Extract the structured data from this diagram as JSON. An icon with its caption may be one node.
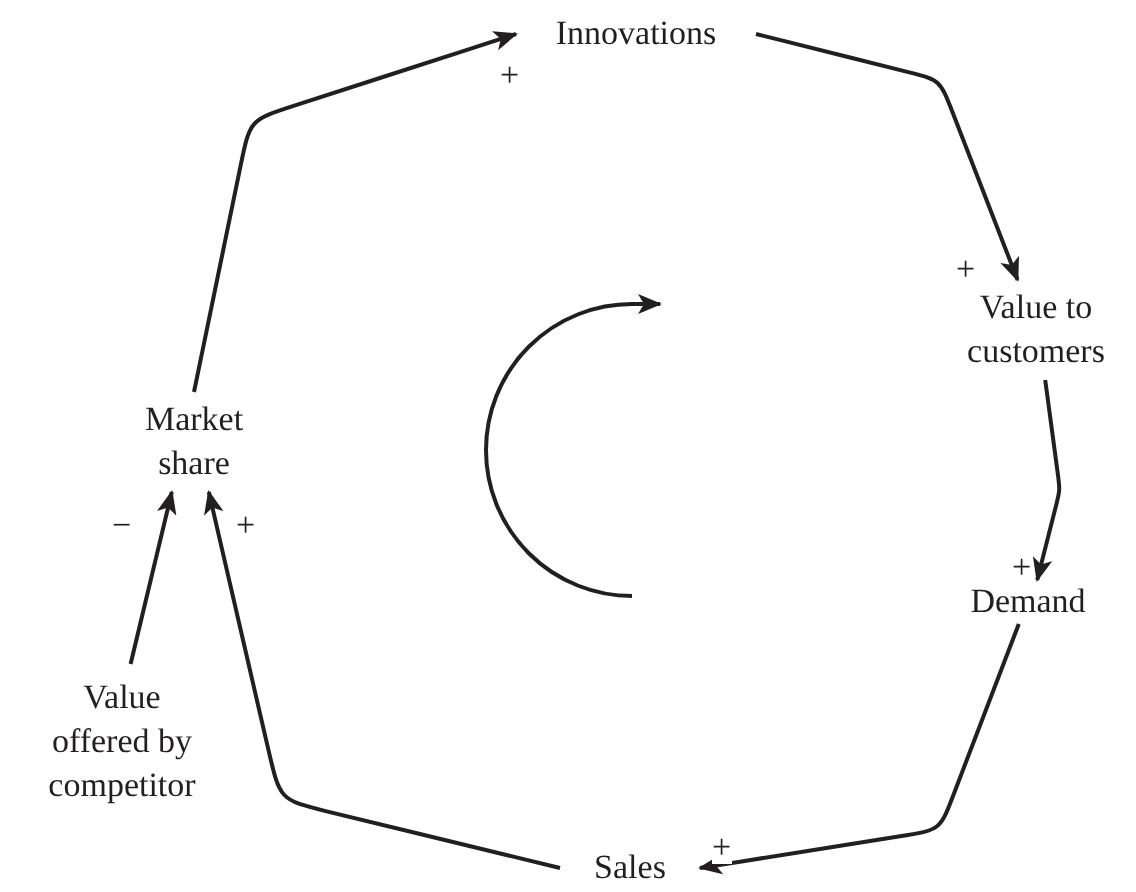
{
  "diagram": {
    "nodes": [
      {
        "text": [
          "Innovations"
        ]
      },
      {
        "text": [
          "Value to customers"
        ]
      },
      {
        "text": [
          "Demand"
        ]
      },
      {
        "text": [
          "Sales"
        ]
      },
      {
        "text": [
          "Market share"
        ]
      },
      {
        "text": [
          "Value offered by competitor"
        ]
      }
    ],
    "edges": [
      {
        "from": 4,
        "to": 0,
        "arrow": "to",
        "label": "+"
      },
      {
        "from": 0,
        "to": 1,
        "arrow": "to",
        "label": "+"
      },
      {
        "from": 1,
        "to": 2,
        "arrow": "to",
        "label": "+"
      },
      {
        "from": 2,
        "to": 3,
        "arrow": "to",
        "label": "+"
      },
      {
        "from": 3,
        "to": 4,
        "arrow": "to",
        "label": "+"
      },
      {
        "from": 5,
        "to": 4,
        "arrow": "to",
        "label": "−"
      }
    ]
  }
}
